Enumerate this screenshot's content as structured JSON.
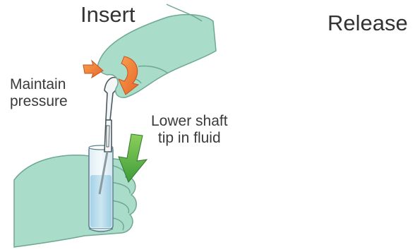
{
  "panels": {
    "insert": {
      "title": "Insert",
      "note_pressure": [
        "Maintain",
        "pressure"
      ],
      "note_lower": [
        "Lower shaft",
        "tip in fluid"
      ]
    },
    "release": {
      "title": "Release"
    }
  },
  "colors": {
    "glove": "#a9dcc9",
    "glove_outline": "#6fa892",
    "tube_fluid": "#b9dcec",
    "arrow_orange": "#f28a3b",
    "arrow_green": "#4fae45",
    "arrow_yellow_green": "#b6d93a",
    "arrow_blue": "#2a8fd8"
  }
}
